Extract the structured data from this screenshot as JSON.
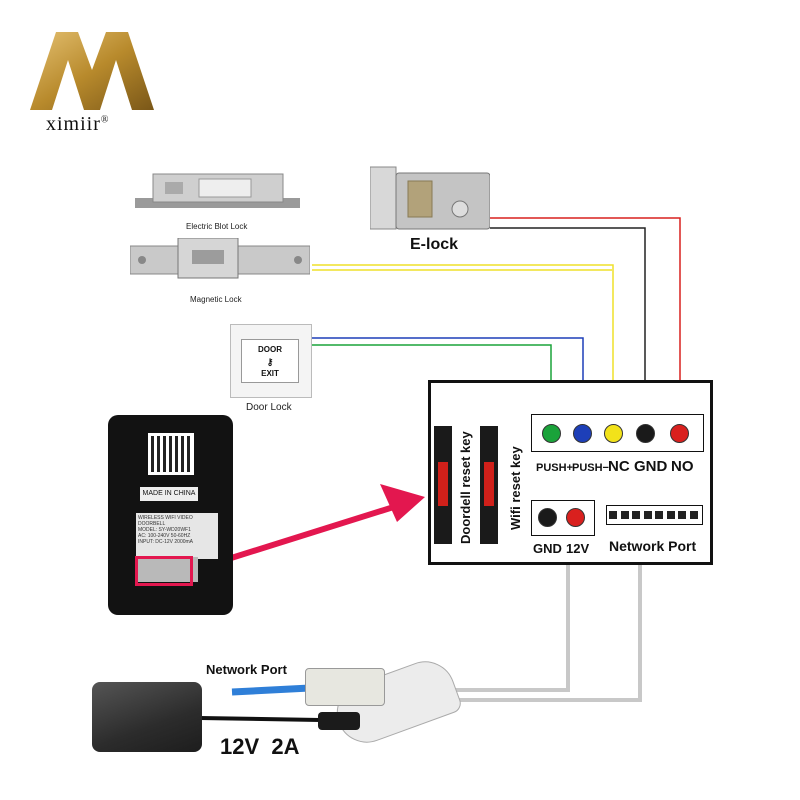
{
  "logo": {
    "brand": "ximiir",
    "registered": "®"
  },
  "locks": {
    "electric_bolt_label": "Electric Blot Lock",
    "magnetic_label": "Magnetic Lock",
    "elock_label": "E-lock",
    "exit_label": "Door Lock",
    "exit_door_text": "DOOR",
    "exit_exit_text": "EXIT"
  },
  "device": {
    "made_in": "MADE IN CHINA",
    "sticker_lines": [
      "WIRELESS WIFI VIDEO DOORBELL",
      "MODEL: SY-WD20WF1",
      "AC: 100-240V 50-60HZ",
      "INPUT: DC-12V 2000mA"
    ]
  },
  "controller": {
    "doorbell_reset": "Doordell reset key",
    "wifi_reset": "Wifi reset key",
    "terminals_top": [
      {
        "label": "PUSH+",
        "color": "#1aa33a"
      },
      {
        "label": "PUSH−",
        "color": "#1d3fb8"
      },
      {
        "label": "NC",
        "color": "#f2e21a"
      },
      {
        "label": "GND",
        "color": "#1a1a1a"
      },
      {
        "label": "NO",
        "color": "#d9201e"
      }
    ],
    "terminals_power": [
      {
        "label": "GND",
        "color": "#1a1a1a"
      },
      {
        "label": "12V",
        "color": "#d9201e"
      }
    ],
    "network_port": "Network Port"
  },
  "cable": {
    "network_port": "Network Port",
    "power": "12V  2A"
  },
  "colors": {
    "wire_green": "#1aa33a",
    "wire_blue": "#1d3fb8",
    "wire_yellow": "#efe02a",
    "wire_black": "#222222",
    "wire_red": "#d9201e",
    "arrow": "#e3174f",
    "gold": "#b88a2c"
  }
}
